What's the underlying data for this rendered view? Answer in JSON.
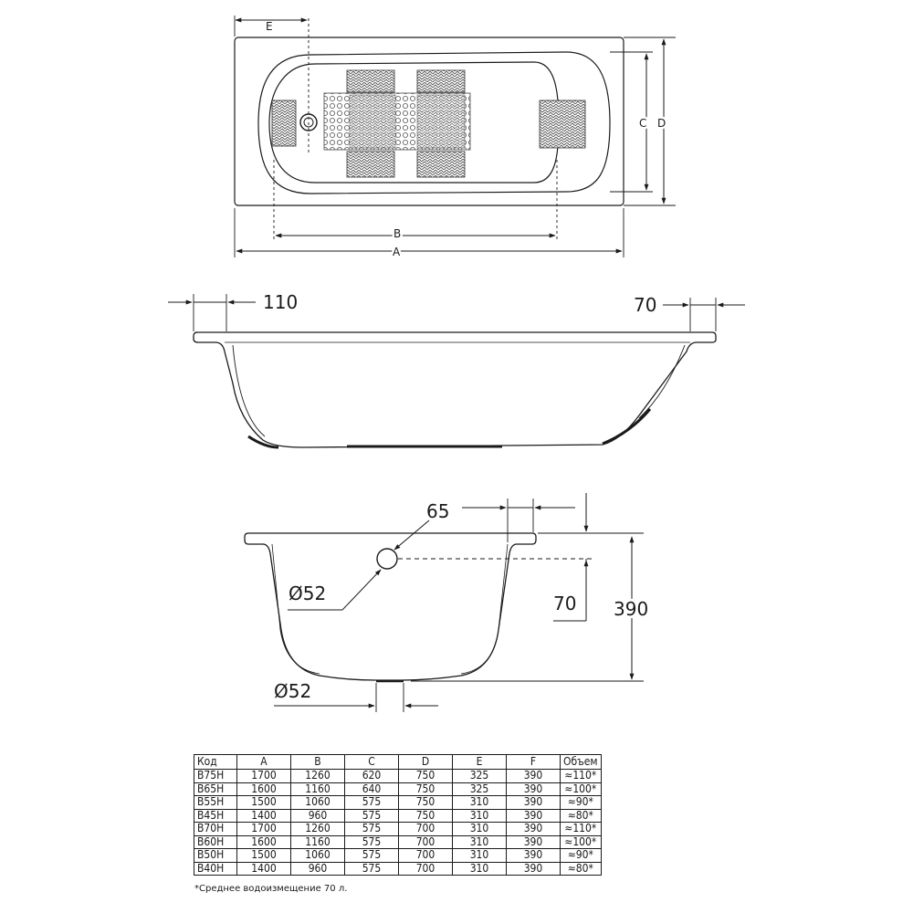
{
  "drawing": {
    "top_view": {
      "labels": {
        "A": "A",
        "B": "B",
        "C": "C",
        "D": "D",
        "E": "E"
      }
    },
    "side_view": {
      "rim_left": "110",
      "rim_right": "70"
    },
    "section_view": {
      "rim_width": "65",
      "overflow_diameter": "Ø52",
      "overflow_height": "70",
      "depth": "390",
      "drain_diameter": "Ø52"
    }
  },
  "table": {
    "headers": [
      "Код",
      "A",
      "B",
      "C",
      "D",
      "E",
      "F",
      "Объем"
    ],
    "rows": [
      [
        "B75H",
        "1700",
        "1260",
        "620",
        "750",
        "325",
        "390",
        "≈110*"
      ],
      [
        "B65H",
        "1600",
        "1160",
        "640",
        "750",
        "325",
        "390",
        "≈100*"
      ],
      [
        "B55H",
        "1500",
        "1060",
        "575",
        "750",
        "310",
        "390",
        "≈90*"
      ],
      [
        "B45H",
        "1400",
        "960",
        "575",
        "750",
        "310",
        "390",
        "≈80*"
      ],
      [
        "B70H",
        "1700",
        "1260",
        "575",
        "700",
        "310",
        "390",
        "≈110*"
      ],
      [
        "B60H",
        "1600",
        "1160",
        "575",
        "700",
        "310",
        "390",
        "≈100*"
      ],
      [
        "B50H",
        "1500",
        "1060",
        "575",
        "700",
        "310",
        "390",
        "≈90*"
      ],
      [
        "B40H",
        "1400",
        "960",
        "575",
        "700",
        "310",
        "390",
        "≈80*"
      ]
    ],
    "footnote": "*Среднее водоизмещение 70 л."
  }
}
